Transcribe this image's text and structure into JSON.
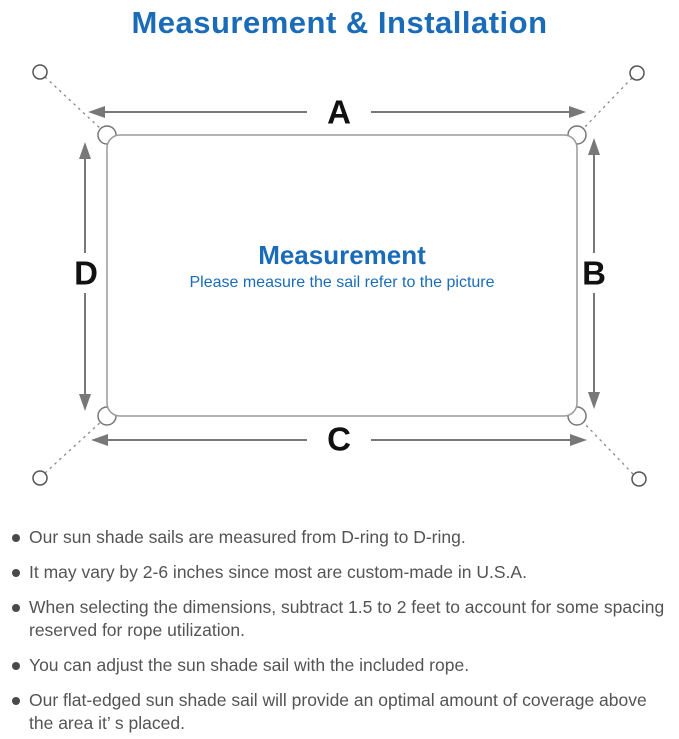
{
  "page": {
    "title": "Measurement & Installation"
  },
  "colors": {
    "accent_blue": "#1a6cb8",
    "diagram_line_gray": "#7a7a7a",
    "body_text_gray": "#545454"
  },
  "diagram": {
    "labels": {
      "top": "A",
      "right": "B",
      "bottom": "C",
      "left": "D"
    },
    "center": {
      "heading": "Measurement",
      "subheading": "Please measure the sail refer to the picture"
    },
    "icons": [
      "anchor-point-icon",
      "d-ring-icon",
      "double-headed-arrow",
      "dashed-rope-line"
    ]
  },
  "bullets": [
    "Our sun shade sails are measured from D-ring to D-ring.",
    "It may vary by 2-6 inches since most are custom-made in U.S.A.",
    "When selecting the dimensions, subtract 1.5 to 2 feet to account for some spacing reserved for rope utilization.",
    "You can adjust the sun shade sail with the included rope.",
    "Our flat-edged sun shade sail will provide an optimal amount of coverage above the area it’ s placed."
  ]
}
